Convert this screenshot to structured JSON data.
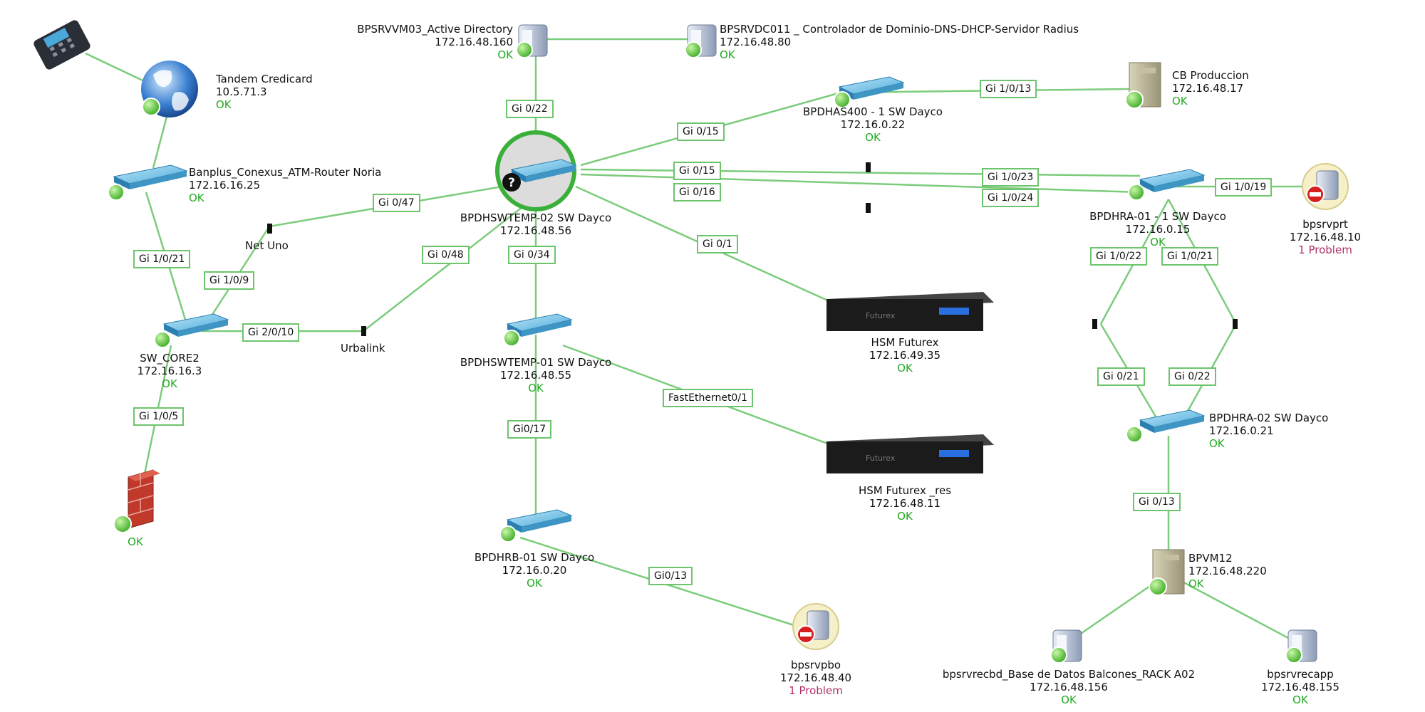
{
  "colors": {
    "link": "#7ccc7c",
    "ok": "#22aa22",
    "problem": "#b0306a",
    "switch": "#4aa9d8"
  },
  "nodes": {
    "ad": {
      "name": "BPSRVVM03_Active Directory",
      "ip": "172.16.48.160",
      "status": "OK",
      "icon": "server-icon"
    },
    "dc": {
      "name": "BPSRVDC011 _ Controlador de Dominio-DNS-DHCP-Servidor Radius",
      "ip": "172.16.48.80",
      "status": "OK",
      "icon": "server-icon"
    },
    "tandem": {
      "name": "Tandem Credicard",
      "ip": "10.5.71.3",
      "status": "OK",
      "icon": "globe-icon"
    },
    "pos": {
      "icon": "pos-terminal-icon"
    },
    "banplus": {
      "name": "Banplus_Conexus_ATM-Router Noria",
      "ip": "172.16.16.25",
      "status": "OK",
      "icon": "switch-icon"
    },
    "temp02": {
      "name": "BPDHSWTEMP-02 SW Dayco",
      "ip": "172.16.48.56",
      "icon": "switch-icon"
    },
    "has400": {
      "name": "BPDHAS400 - 1 SW Dayco",
      "ip": "172.16.0.22",
      "status": "OK",
      "icon": "switch-icon"
    },
    "cbprod": {
      "name": "CB Produccion",
      "ip": "172.16.48.17",
      "status": "OK",
      "icon": "tower-server-icon"
    },
    "bpdhra01": {
      "name": "BPDHRA-01 - 1 SW Dayco",
      "ip": "172.16.0.15",
      "status": "OK",
      "icon": "switch-icon"
    },
    "bpsrvprt": {
      "name": "bpsrvprt",
      "ip": "172.16.48.10",
      "status": "1 Problem",
      "icon": "server-problem-icon"
    },
    "netuno": {
      "name": "Net Uno",
      "icon": "link-node-icon"
    },
    "urbalink": {
      "name": "Urbalink",
      "icon": "link-node-icon"
    },
    "core2": {
      "name": "SW_CORE2",
      "ip": "172.16.16.3",
      "status": "OK",
      "icon": "switch-icon"
    },
    "firewall": {
      "status": "OK",
      "icon": "firewall-icon"
    },
    "temp01": {
      "name": "BPDHSWTEMP-01 SW Dayco",
      "ip": "172.16.48.55",
      "status": "OK",
      "icon": "switch-icon"
    },
    "hsm": {
      "name": "HSM Futurex",
      "ip": "172.16.49.35",
      "status": "OK",
      "icon": "hsm-appliance-icon"
    },
    "hsmres": {
      "name": "HSM Futurex _res",
      "ip": "172.16.48.11",
      "status": "OK",
      "icon": "hsm-appliance-icon"
    },
    "bpdhrb01": {
      "name": "BPDHRB-01 SW Dayco",
      "ip": "172.16.0.20",
      "status": "OK",
      "icon": "switch-icon"
    },
    "bpsrvpbo": {
      "name": "bpsrvpbo",
      "ip": "172.16.48.40",
      "status": "1 Problem",
      "icon": "server-problem-icon"
    },
    "bpdhra02": {
      "name": "BPDHRA-02 SW Dayco",
      "ip": "172.16.0.21",
      "status": "OK",
      "icon": "switch-icon"
    },
    "bpvm12": {
      "name": "BPVM12",
      "ip": "172.16.48.220",
      "status": "OK",
      "icon": "tower-server-icon"
    },
    "recbd": {
      "name": "bpsrvrecbd_Base de Datos Balcones_RACK A02",
      "ip": "172.16.48.156",
      "status": "OK",
      "icon": "server-icon"
    },
    "recapp": {
      "name": "bpsrvrecapp",
      "ip": "172.16.48.155",
      "status": "OK",
      "icon": "server-icon"
    }
  },
  "ports": {
    "p1": "Gi 0/22",
    "p2": "Gi 0/15",
    "p3": "Gi 1/0/13",
    "p4": "Gi 0/15",
    "p5": "Gi 1/0/23",
    "p6": "Gi 0/16",
    "p7": "Gi 1/0/24",
    "p8": "Gi 1/0/19",
    "p9": "Gi 0/47",
    "p10": "Gi 1/0/21",
    "p11": "Gi 1/0/9",
    "p12": "Gi 0/48",
    "p13": "Gi 0/34",
    "p14": "Gi 0/1",
    "p15": "Gi 1/0/22",
    "p16": "Gi 1/0/21",
    "p17": "Gi 2/0/10",
    "p18": "Gi 1/0/5",
    "p19": "FastEthernet0/1",
    "p20": "Gi0/17",
    "p21": "Gi 0/21",
    "p22": "Gi 0/22",
    "p23": "Gi 0/13",
    "p24": "Gi0/13"
  }
}
